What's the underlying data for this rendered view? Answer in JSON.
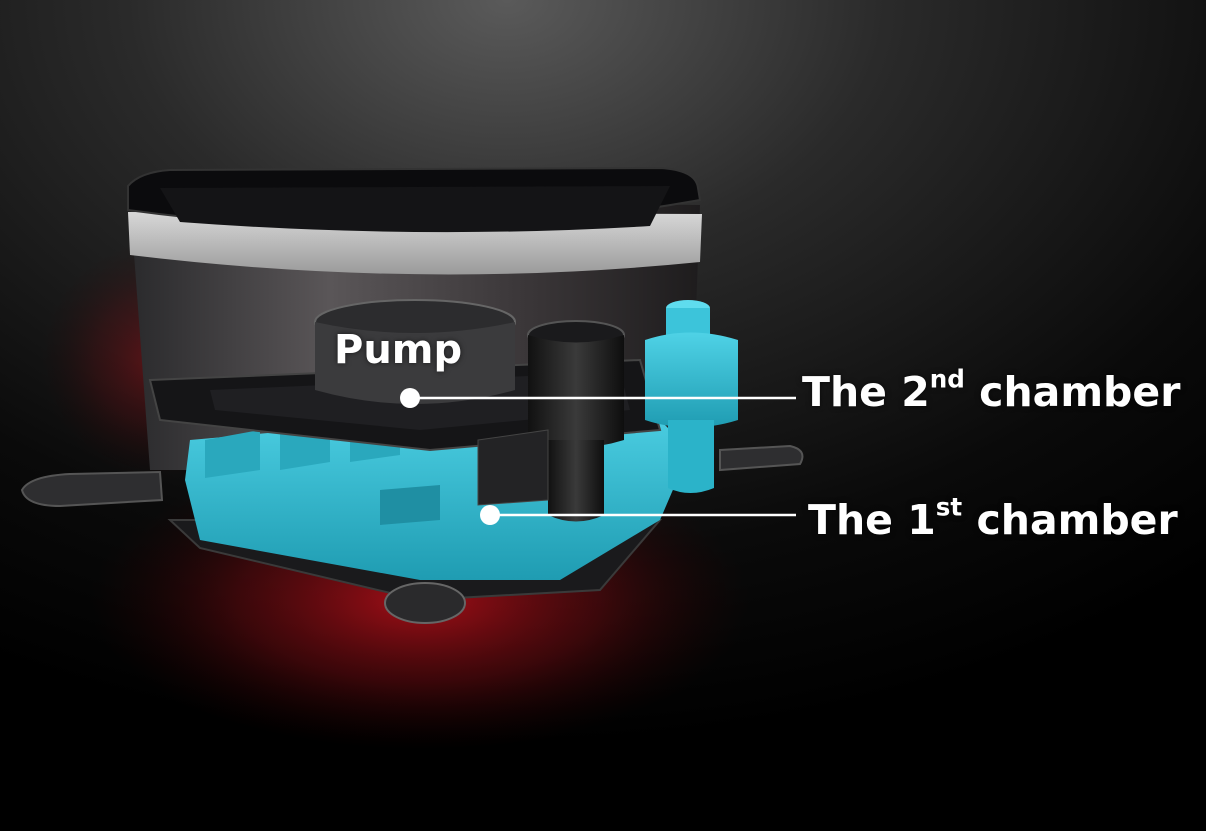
{
  "labels": {
    "pump": "Pump",
    "second_chamber": {
      "prefix": "The 2",
      "suffix": "nd",
      "rest": " chamber"
    },
    "first_chamber": {
      "prefix": "The 1",
      "suffix": "st",
      "rest": " chamber"
    }
  },
  "colors": {
    "background_top": "#4a4a4a",
    "background_bottom": "#000000",
    "red_glow": "#c0101a",
    "cyan_chamber": "#2bb3c9",
    "cap_black": "#0b0b0d",
    "band_silver": "#bfbfbf",
    "callout": "#ffffff"
  }
}
